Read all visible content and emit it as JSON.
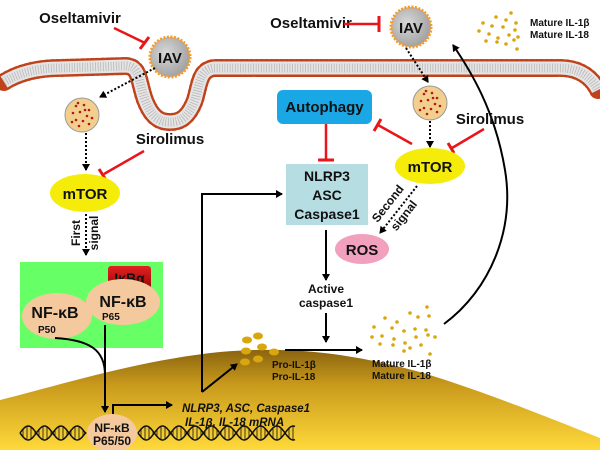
{
  "drugs": {
    "oseltamivir_left": "Oseltamivir",
    "oseltamivir_right": "Oseltamivir",
    "sirolimus_left": "Sirolimus",
    "sirolimus_right": "Sirolimus"
  },
  "virus": {
    "left": "IAV",
    "right": "IAV"
  },
  "mtor": {
    "left": "mTOR",
    "right": "mTOR"
  },
  "signals": {
    "first_line1": "First",
    "first_line2": "signal",
    "second_line1": "Second",
    "second_line2": "signal"
  },
  "nfkb_box": {
    "ikba": "IκBα",
    "p50_name": "NF-κB",
    "p50_sub": "P50",
    "p65_name": "NF-κB",
    "p65_sub": "P65"
  },
  "nucleus": {
    "complex_name": "NF-κB",
    "complex_sub": "P65/50",
    "mrna_line1": "NLRP3, ASC, Caspase1",
    "mrna_line2": "IL-1β, IL-18 mRNA"
  },
  "autophagy": "Autophagy",
  "inflammasome": {
    "line1": "NLRP3",
    "line2": "ASC",
    "line3": "Caspase1"
  },
  "ros": "ROS",
  "active_caspase": {
    "line1": "Active",
    "line2": "caspase1"
  },
  "pro_cytokines": {
    "line1": "Pro-IL-1β",
    "line2": "Pro-IL-18"
  },
  "mature_cytokines_inside": {
    "line1": "Mature IL-1β",
    "line2": "Mature IL-18"
  },
  "mature_cytokines_outside": {
    "line1": "Mature IL-1β",
    "line2": "Mature IL-18"
  },
  "colors": {
    "inhibit": "#e8161b",
    "mtor": "#f5ec0a",
    "autophagy": "#1aa7e6",
    "inflammasome": "#b5dde2",
    "ros": "#f1a0bd",
    "nfkb_box": "#66ff66",
    "ikba": "#cc1111",
    "nfkb": "#f5c99e",
    "nucleus": "#d9a820",
    "cytokine": "#d9a70c"
  }
}
